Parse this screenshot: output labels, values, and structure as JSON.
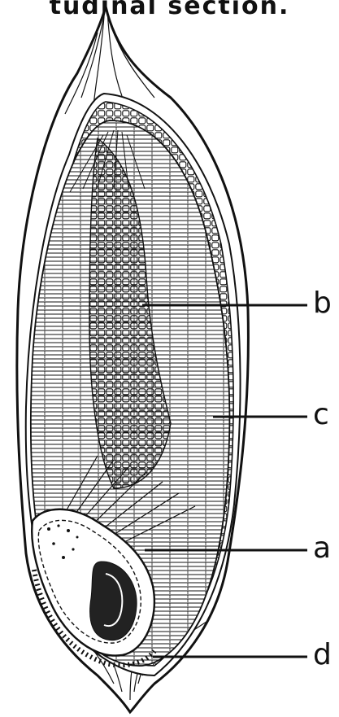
{
  "title": "tudinal section.",
  "labels": {
    "a": "a",
    "b": "b",
    "c": "c",
    "d": "d"
  }
}
